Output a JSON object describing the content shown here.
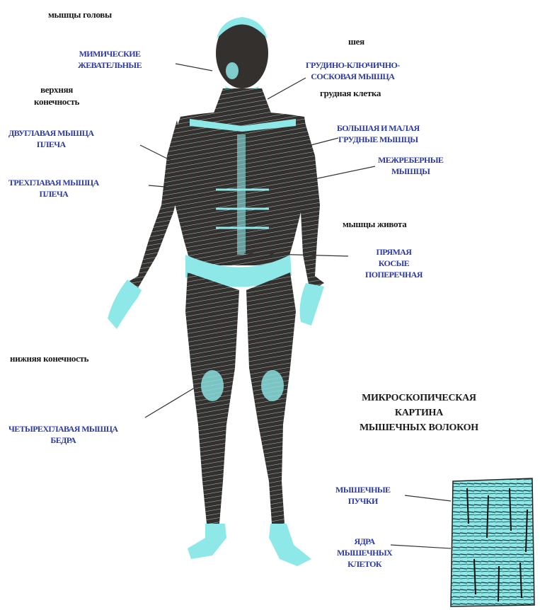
{
  "colors": {
    "muscle_fill": "#33302e",
    "tendon_highlight": "#8fe8e8",
    "muscle_fiber": "#a9c4c4",
    "category_text": "#1a1a1a",
    "muscle_text": "#2b3aa8",
    "leader_line": "#333333"
  },
  "labels": {
    "head_muscles": "мышцы головы",
    "face_muscles": [
      "МИМИЧЕСКИЕ",
      "ЖЕВАТЕЛЬНЫЕ"
    ],
    "neck": "шея",
    "sternocleido": [
      "ГРУДИНО-КЛЮЧИЧНО-",
      "СОСКОВАЯ МЫШЦА"
    ],
    "chest": "грудная клетка",
    "upper_limb": [
      "верхняя",
      "конечность"
    ],
    "biceps": [
      "ДВУГЛАВАЯ МЫШЦА",
      "ПЛЕЧА"
    ],
    "triceps": [
      "ТРЕХГЛАВАЯ МЫШЦА",
      "ПЛЕЧА"
    ],
    "pectorals": [
      "БОЛЬШАЯ И МАЛАЯ",
      "ГРУДНЫЕ МЫШЦЫ"
    ],
    "intercostal": [
      "МЕЖРЕБЕРНЫЕ",
      "МЫШЦЫ"
    ],
    "abdominal": "мышцы живота",
    "abdominal_list": [
      "ПРЯМАЯ",
      "КОСЫЕ",
      "ПОПЕРЕЧНАЯ"
    ],
    "lower_limb": "нижняя конечность",
    "quadriceps": [
      "ЧЕТЫРЕХГЛАВАЯ МЫШЦА",
      "БЕДРА"
    ],
    "microscopic": [
      "МИКРОСКОПИЧЕСКАЯ",
      "КАРТИНА",
      "МЫШЕЧНЫХ ВОЛОКОН"
    ],
    "bundles": [
      "МЫШЕЧНЫЕ",
      "ПУЧКИ"
    ],
    "nuclei": [
      "ЯДРА",
      "МЫШЕЧНЫХ",
      "КЛЕТОК"
    ]
  }
}
